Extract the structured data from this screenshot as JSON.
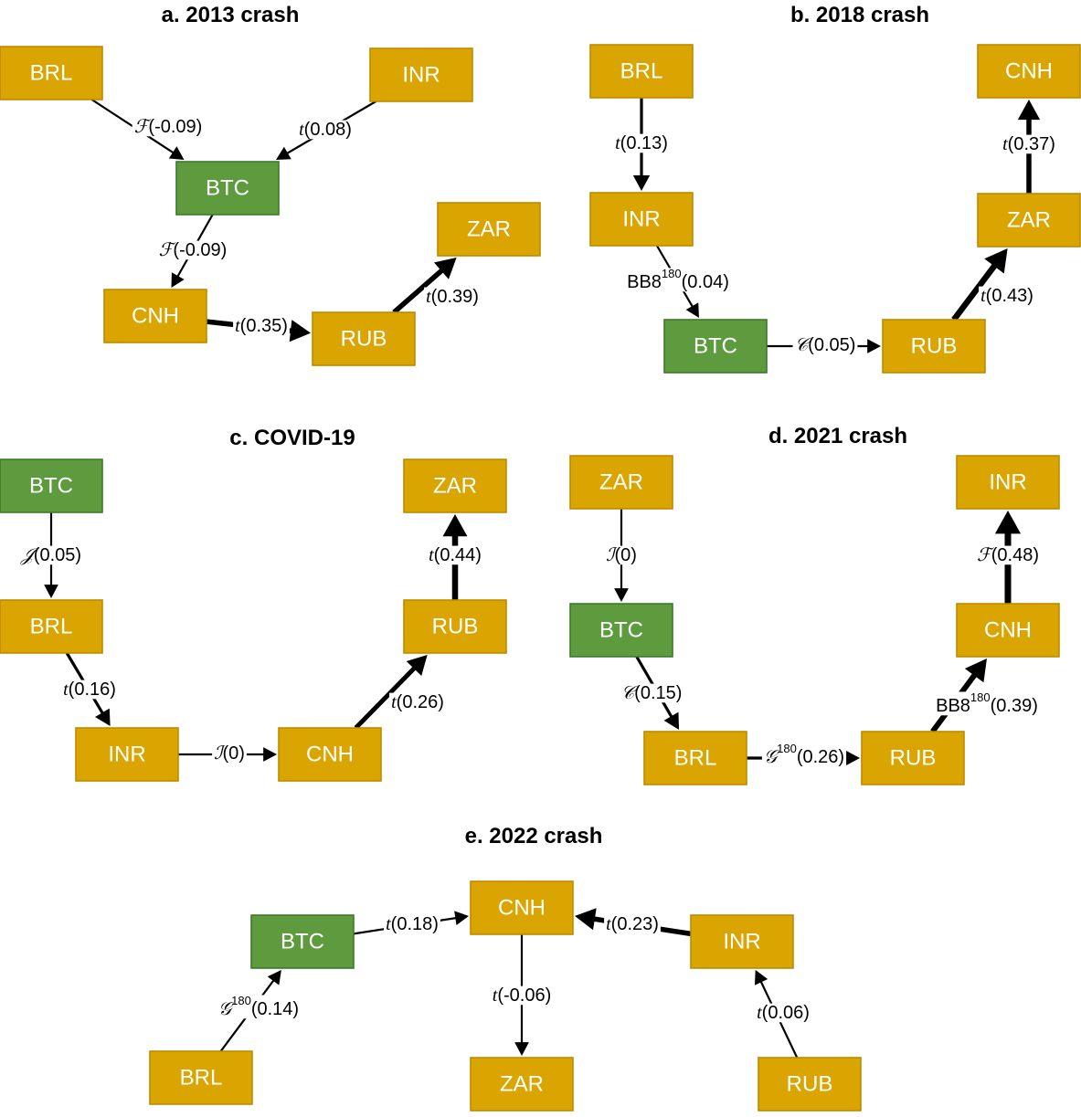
{
  "colors": {
    "node_default": "#DAA500",
    "node_highlight": "#5E9B3F",
    "edge": "#000000"
  },
  "panels": [
    {
      "id": "a",
      "title": "a. 2013 crash",
      "nodes": [
        {
          "id": "BRL",
          "label": "BRL",
          "highlight": false
        },
        {
          "id": "INR",
          "label": "INR",
          "highlight": false
        },
        {
          "id": "BTC",
          "label": "BTC",
          "highlight": true
        },
        {
          "id": "CNH",
          "label": "CNH",
          "highlight": false
        },
        {
          "id": "RUB",
          "label": "RUB",
          "highlight": false
        },
        {
          "id": "ZAR",
          "label": "ZAR",
          "highlight": false
        }
      ],
      "edges": [
        {
          "from": "BRL",
          "to": "BTC",
          "copula": "F",
          "sup": "",
          "value": "(-0.09)"
        },
        {
          "from": "INR",
          "to": "BTC",
          "copula": "t",
          "sup": "",
          "value": "(0.08)"
        },
        {
          "from": "BTC",
          "to": "CNH",
          "copula": "F",
          "sup": "",
          "value": "(-0.09)"
        },
        {
          "from": "CNH",
          "to": "RUB",
          "copula": "t",
          "sup": "",
          "value": "(0.35)"
        },
        {
          "from": "RUB",
          "to": "ZAR",
          "copula": "t",
          "sup": "",
          "value": "(0.39)"
        }
      ]
    },
    {
      "id": "b",
      "title": "b. 2018 crash",
      "nodes": [
        {
          "id": "BRL",
          "label": "BRL",
          "highlight": false
        },
        {
          "id": "INR",
          "label": "INR",
          "highlight": false
        },
        {
          "id": "BTC",
          "label": "BTC",
          "highlight": true
        },
        {
          "id": "RUB",
          "label": "RUB",
          "highlight": false
        },
        {
          "id": "ZAR",
          "label": "ZAR",
          "highlight": false
        },
        {
          "id": "CNH",
          "label": "CNH",
          "highlight": false
        }
      ],
      "edges": [
        {
          "from": "BRL",
          "to": "INR",
          "copula": "t",
          "sup": "",
          "value": "(0.13)"
        },
        {
          "from": "INR",
          "to": "BTC",
          "copula": "BB8",
          "sup": "180",
          "value": "(0.04)"
        },
        {
          "from": "BTC",
          "to": "RUB",
          "copula": "C",
          "sup": "",
          "value": "(0.05)"
        },
        {
          "from": "RUB",
          "to": "ZAR",
          "copula": "t",
          "sup": "",
          "value": "(0.43)"
        },
        {
          "from": "ZAR",
          "to": "CNH",
          "copula": "t",
          "sup": "",
          "value": "(0.37)"
        }
      ]
    },
    {
      "id": "c",
      "title": "c. COVID-19",
      "nodes": [
        {
          "id": "BTC",
          "label": "BTC",
          "highlight": true
        },
        {
          "id": "BRL",
          "label": "BRL",
          "highlight": false
        },
        {
          "id": "INR",
          "label": "INR",
          "highlight": false
        },
        {
          "id": "CNH",
          "label": "CNH",
          "highlight": false
        },
        {
          "id": "RUB",
          "label": "RUB",
          "highlight": false
        },
        {
          "id": "ZAR",
          "label": "ZAR",
          "highlight": false
        }
      ],
      "edges": [
        {
          "from": "BTC",
          "to": "BRL",
          "copula": "J",
          "sup": "",
          "value": "(0.05)"
        },
        {
          "from": "BRL",
          "to": "INR",
          "copula": "t",
          "sup": "",
          "value": "(0.16)"
        },
        {
          "from": "INR",
          "to": "CNH",
          "copula": "I",
          "sup": "",
          "value": "(0)"
        },
        {
          "from": "CNH",
          "to": "RUB",
          "copula": "t",
          "sup": "",
          "value": "(0.26)"
        },
        {
          "from": "RUB",
          "to": "ZAR",
          "copula": "t",
          "sup": "",
          "value": "(0.44)"
        }
      ]
    },
    {
      "id": "d",
      "title": "d. 2021 crash",
      "nodes": [
        {
          "id": "ZAR",
          "label": "ZAR",
          "highlight": false
        },
        {
          "id": "BTC",
          "label": "BTC",
          "highlight": true
        },
        {
          "id": "BRL",
          "label": "BRL",
          "highlight": false
        },
        {
          "id": "RUB",
          "label": "RUB",
          "highlight": false
        },
        {
          "id": "CNH",
          "label": "CNH",
          "highlight": false
        },
        {
          "id": "INR",
          "label": "INR",
          "highlight": false
        }
      ],
      "edges": [
        {
          "from": "ZAR",
          "to": "BTC",
          "copula": "I",
          "sup": "",
          "value": "(0)"
        },
        {
          "from": "BTC",
          "to": "BRL",
          "copula": "C",
          "sup": "",
          "value": "(0.15)"
        },
        {
          "from": "BRL",
          "to": "RUB",
          "copula": "G",
          "sup": "180",
          "value": "(0.26)"
        },
        {
          "from": "RUB",
          "to": "CNH",
          "copula": "BB8",
          "sup": "180",
          "value": "(0.39)"
        },
        {
          "from": "CNH",
          "to": "INR",
          "copula": "F",
          "sup": "",
          "value": "(0.48)"
        }
      ]
    },
    {
      "id": "e",
      "title": "e. 2022 crash",
      "nodes": [
        {
          "id": "BTC",
          "label": "BTC",
          "highlight": true
        },
        {
          "id": "CNH",
          "label": "CNH",
          "highlight": false
        },
        {
          "id": "INR",
          "label": "INR",
          "highlight": false
        },
        {
          "id": "BRL",
          "label": "BRL",
          "highlight": false
        },
        {
          "id": "ZAR",
          "label": "ZAR",
          "highlight": false
        },
        {
          "id": "RUB",
          "label": "RUB",
          "highlight": false
        }
      ],
      "edges": [
        {
          "from": "BRL",
          "to": "BTC",
          "copula": "G",
          "sup": "180",
          "value": "(0.14)"
        },
        {
          "from": "BTC",
          "to": "CNH",
          "copula": "t",
          "sup": "",
          "value": "(0.18)"
        },
        {
          "from": "INR",
          "to": "CNH",
          "copula": "t",
          "sup": "",
          "value": "(0.23)"
        },
        {
          "from": "CNH",
          "to": "ZAR",
          "copula": "t",
          "sup": "",
          "value": "(-0.06)"
        },
        {
          "from": "RUB",
          "to": "INR",
          "copula": "t",
          "sup": "",
          "value": "(0.06)"
        }
      ]
    }
  ]
}
